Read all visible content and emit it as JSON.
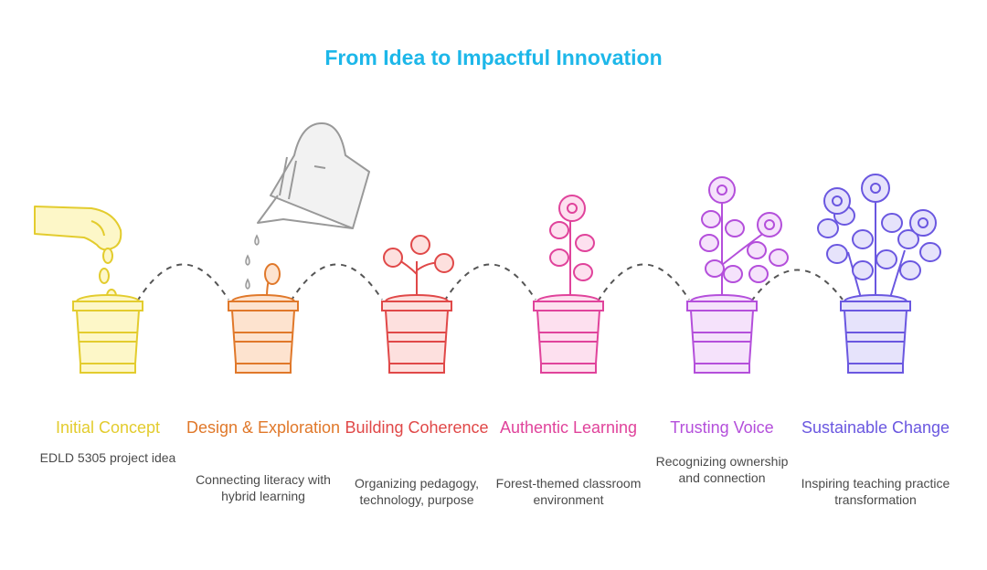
{
  "title": "From Idea to Impactful Innovation",
  "stages": [
    {
      "label": "Initial Concept",
      "description": "EDLD 5305 project idea",
      "color": "#e3cc2e",
      "fill": "#fdf7c8"
    },
    {
      "label": "Design & Exploration",
      "description": "Connecting literacy with hybrid learning",
      "color": "#e0782a",
      "fill": "#fde3cf"
    },
    {
      "label": "Building Coherence",
      "description": "Organizing pedagogy, technology, purpose",
      "color": "#e04848",
      "fill": "#fde0de"
    },
    {
      "label": "Authentic Learning",
      "description": "Forest-themed classroom environment",
      "color": "#e0439b",
      "fill": "#fde0ef"
    },
    {
      "label": "Trusting Voice",
      "description": "Recognizing ownership and connection",
      "color": "#b44fdb",
      "fill": "#f5e2fb"
    },
    {
      "label": "Sustainable Change",
      "description": "Inspiring teaching practice transformation",
      "color": "#6a57e0",
      "fill": "#e6e3fb"
    }
  ],
  "icons": [
    "hand-seed-icon",
    "watering-can-icon",
    "sprout-icon",
    "flower-icon",
    "flowering-plant-icon",
    "bush-icon"
  ]
}
